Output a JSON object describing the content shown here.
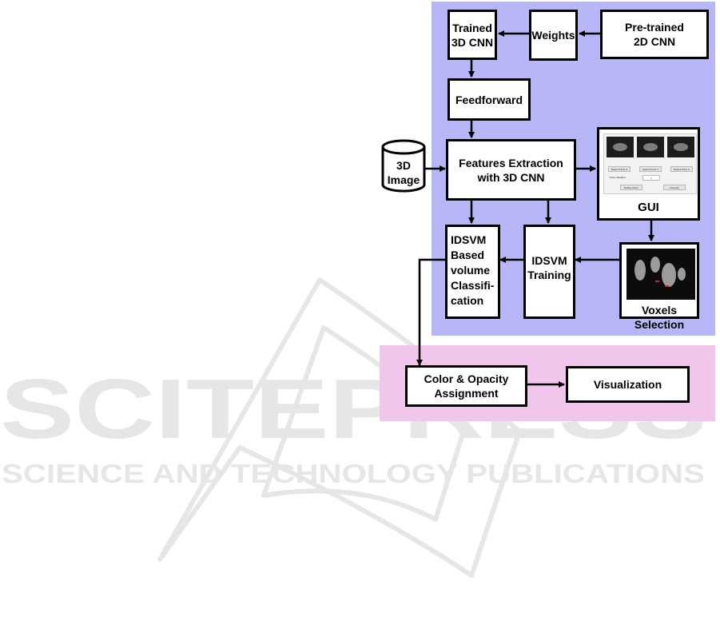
{
  "diagram": {
    "nodes": {
      "trained_3d_cnn": "Trained 3D CNN",
      "weights": "Weights",
      "pretrained_2d_cnn": "Pre-trained 2D CNN",
      "feedforward": "Feedforward",
      "image_3d": "3D Image",
      "features_extraction": "Features Extraction with 3D CNN",
      "gui": "GUI",
      "idsvm_classification": "IDSVM Based volume Classifi-cation",
      "idsvm_training": "IDSVM Training",
      "voxels_selection": "Voxels Selection",
      "color_opacity": "Color & Opacity Assignment",
      "visualization": "Visualization"
    },
    "gui_controls": {
      "select_x": "Select Form X",
      "select_y": "Select Form Y",
      "select_z": "Select Form Z",
      "class_number": "Class Number",
      "class_value": "1",
      "define_class": "Define Class",
      "classify": "Classify"
    },
    "edges": [
      [
        "pretrained_2d_cnn",
        "weights"
      ],
      [
        "weights",
        "trained_3d_cnn"
      ],
      [
        "trained_3d_cnn",
        "feedforward"
      ],
      [
        "feedforward",
        "features_extraction"
      ],
      [
        "image_3d",
        "features_extraction"
      ],
      [
        "features_extraction",
        "gui"
      ],
      [
        "features_extraction",
        "idsvm_classification"
      ],
      [
        "features_extraction",
        "idsvm_training"
      ],
      [
        "gui",
        "voxels_selection"
      ],
      [
        "voxels_selection",
        "idsvm_training"
      ],
      [
        "idsvm_training",
        "idsvm_classification"
      ],
      [
        "idsvm_classification",
        "color_opacity"
      ],
      [
        "color_opacity",
        "visualization"
      ]
    ],
    "colors": {
      "processing_panel": "#b7b7f7",
      "rendering_panel": "#f2c6ec",
      "box_border": "#000000",
      "watermark": "#e4e4e4"
    }
  },
  "watermark": {
    "brand": "SCITEPRESS",
    "tagline": "SCIENCE AND TECHNOLOGY PUBLICATIONS"
  }
}
